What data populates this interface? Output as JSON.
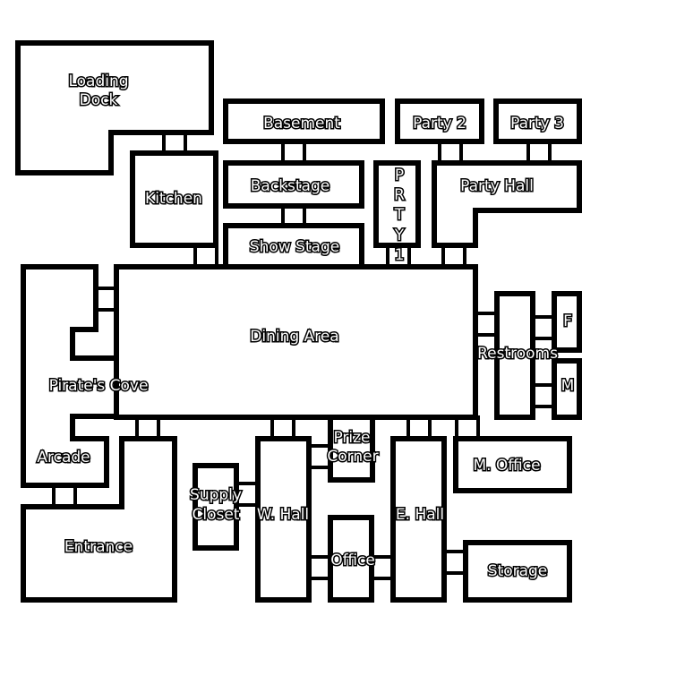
{
  "rooms": {
    "loading_dock": [
      "Loading",
      "Dock"
    ],
    "kitchen": "Kitchen",
    "basement": "Basement",
    "party_2": "Party 2",
    "party_3": "Party 3",
    "backstage": "Backstage",
    "party_1": [
      "P",
      "R",
      "T",
      "Y",
      "1"
    ],
    "party_hall": "Party Hall",
    "show_stage": "Show Stage",
    "dining_area": "Dining Area",
    "pirates_cove": "Pirate's Cove",
    "restrooms": "Restrooms",
    "restroom_f": "F",
    "restroom_m": "M",
    "arcade": "Arcade",
    "prize_corner": [
      "Prize",
      "Corner"
    ],
    "m_office": "M. Office",
    "supply_closet": [
      "Supply",
      "Closet"
    ],
    "w_hall": "W. Hall",
    "e_hall": "E. Hall",
    "entrance": "Entrance",
    "office": "Office",
    "storage": "Storage"
  }
}
